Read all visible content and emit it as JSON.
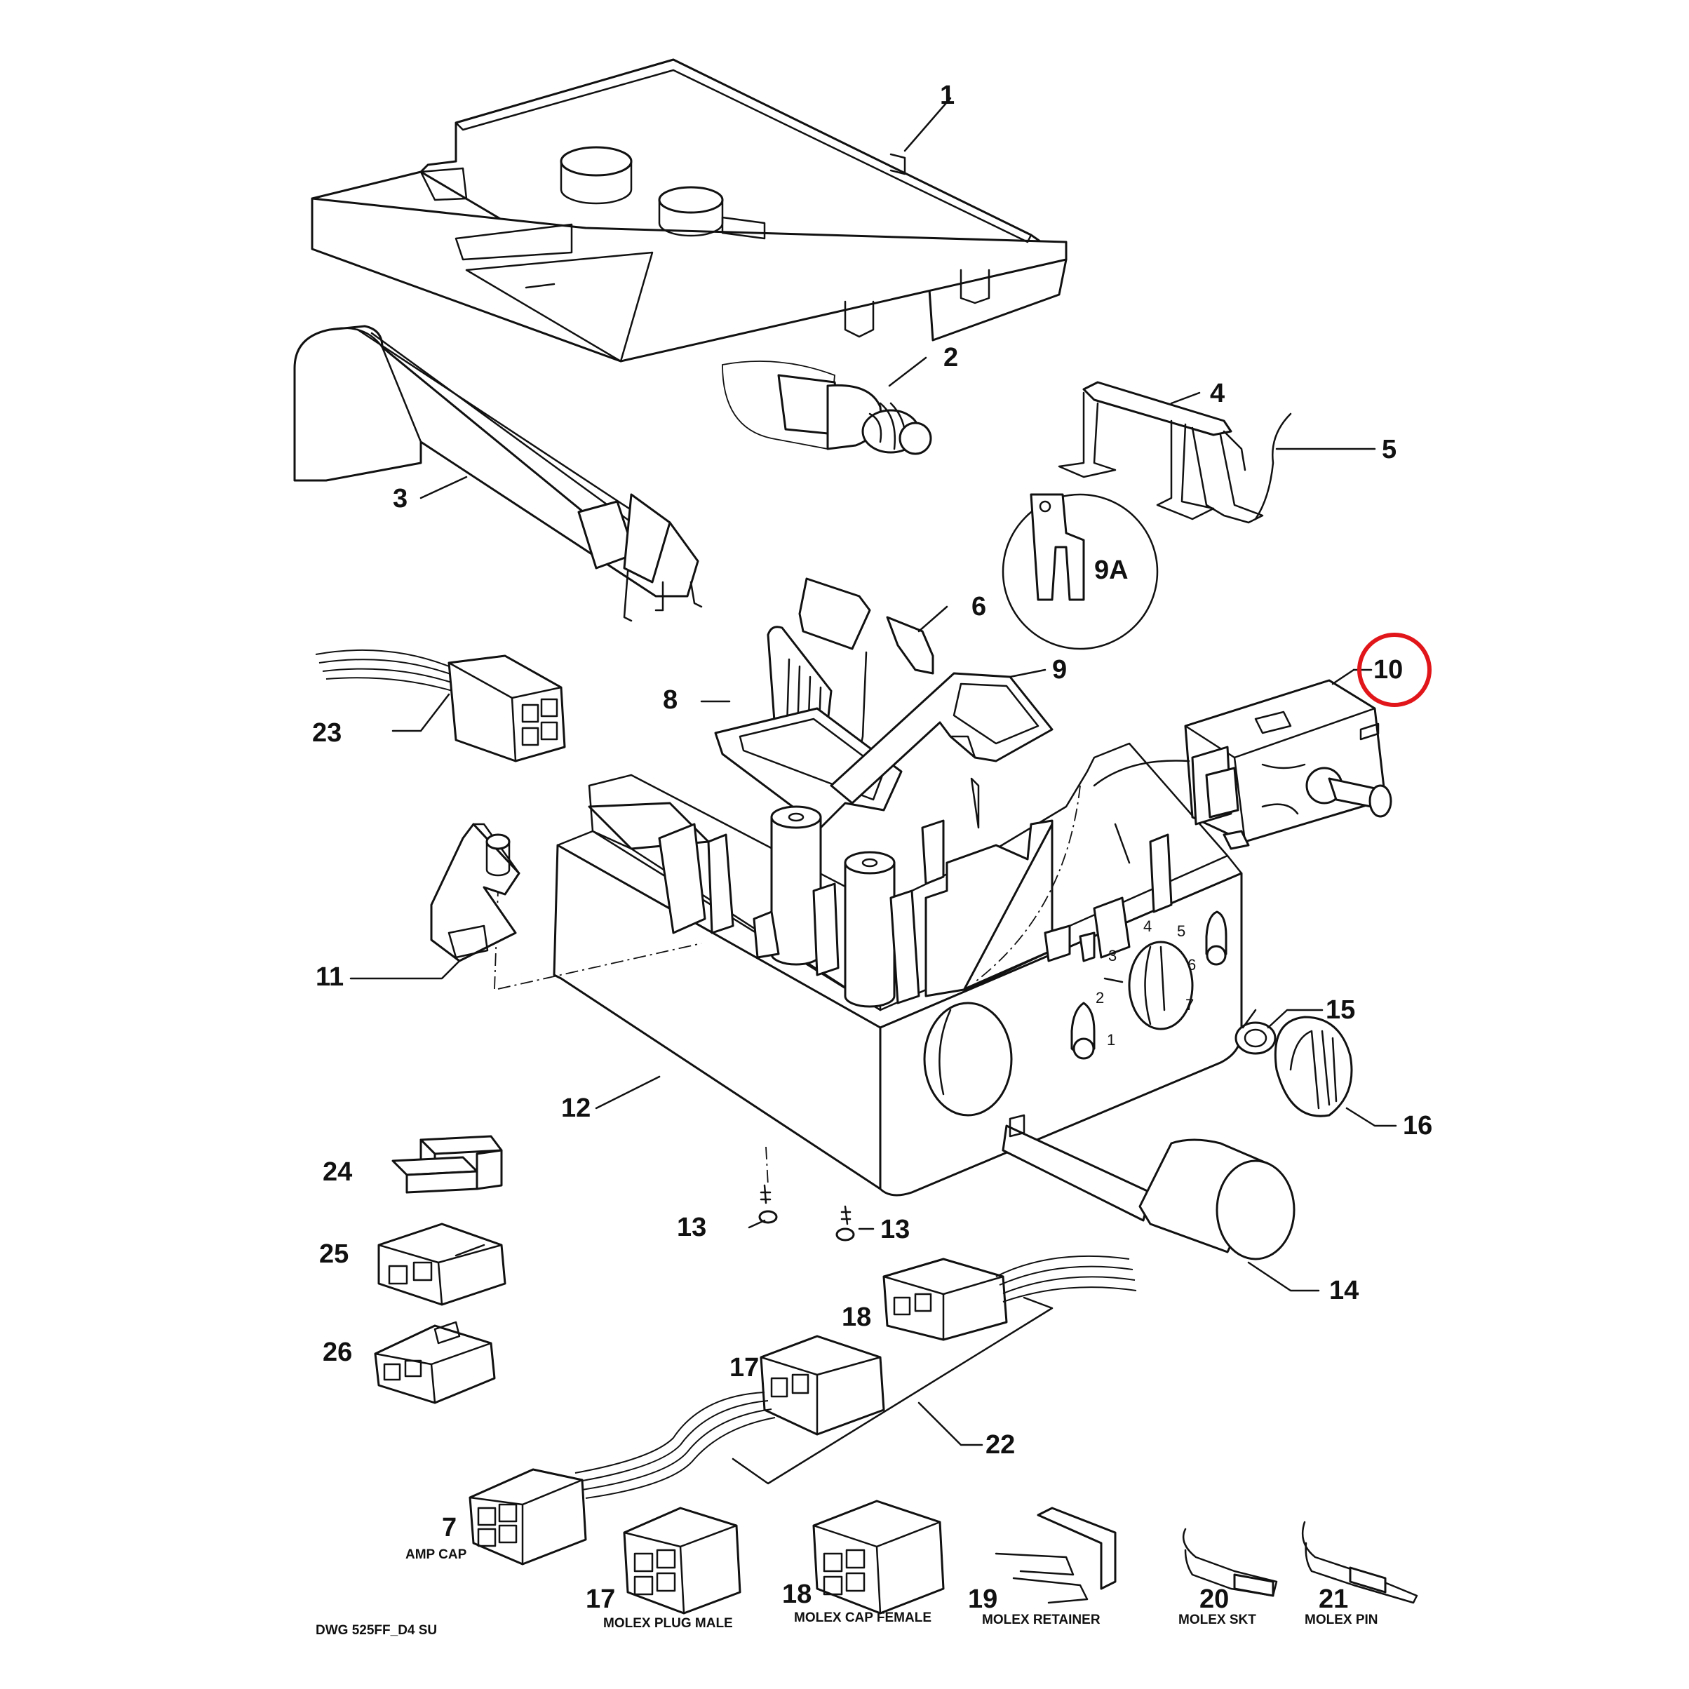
{
  "labels": {
    "p1": "1",
    "p2": "2",
    "p3": "3",
    "p4": "4",
    "p5": "5",
    "p6": "6",
    "p7": "7",
    "p8": "8",
    "p9": "9",
    "p9a": "9A",
    "p10": "10",
    "p11": "11",
    "p12": "12",
    "p13a": "13",
    "p13b": "13",
    "p14": "14",
    "p15": "15",
    "p16": "16",
    "p17a": "17",
    "p17b": "17",
    "p18a": "18",
    "p18b": "18",
    "p19": "19",
    "p20": "20",
    "p21": "21",
    "p22": "22",
    "p23": "23",
    "p24": "24",
    "p25": "25",
    "p26": "26"
  },
  "captions": {
    "p7": "AMP CAP",
    "p17": "MOLEX PLUG MALE",
    "p18": "MOLEX CAP FEMALE",
    "p19": "MOLEX RETAINER",
    "p20": "MOLEX SKT",
    "p21": "MOLEX PIN",
    "drawing": "DWG 525FF_D4 SU"
  },
  "dial": [
    "1",
    "2",
    "3",
    "4",
    "5",
    "6",
    "7"
  ],
  "highlight": {
    "target": "10",
    "color": "#e0161b"
  }
}
